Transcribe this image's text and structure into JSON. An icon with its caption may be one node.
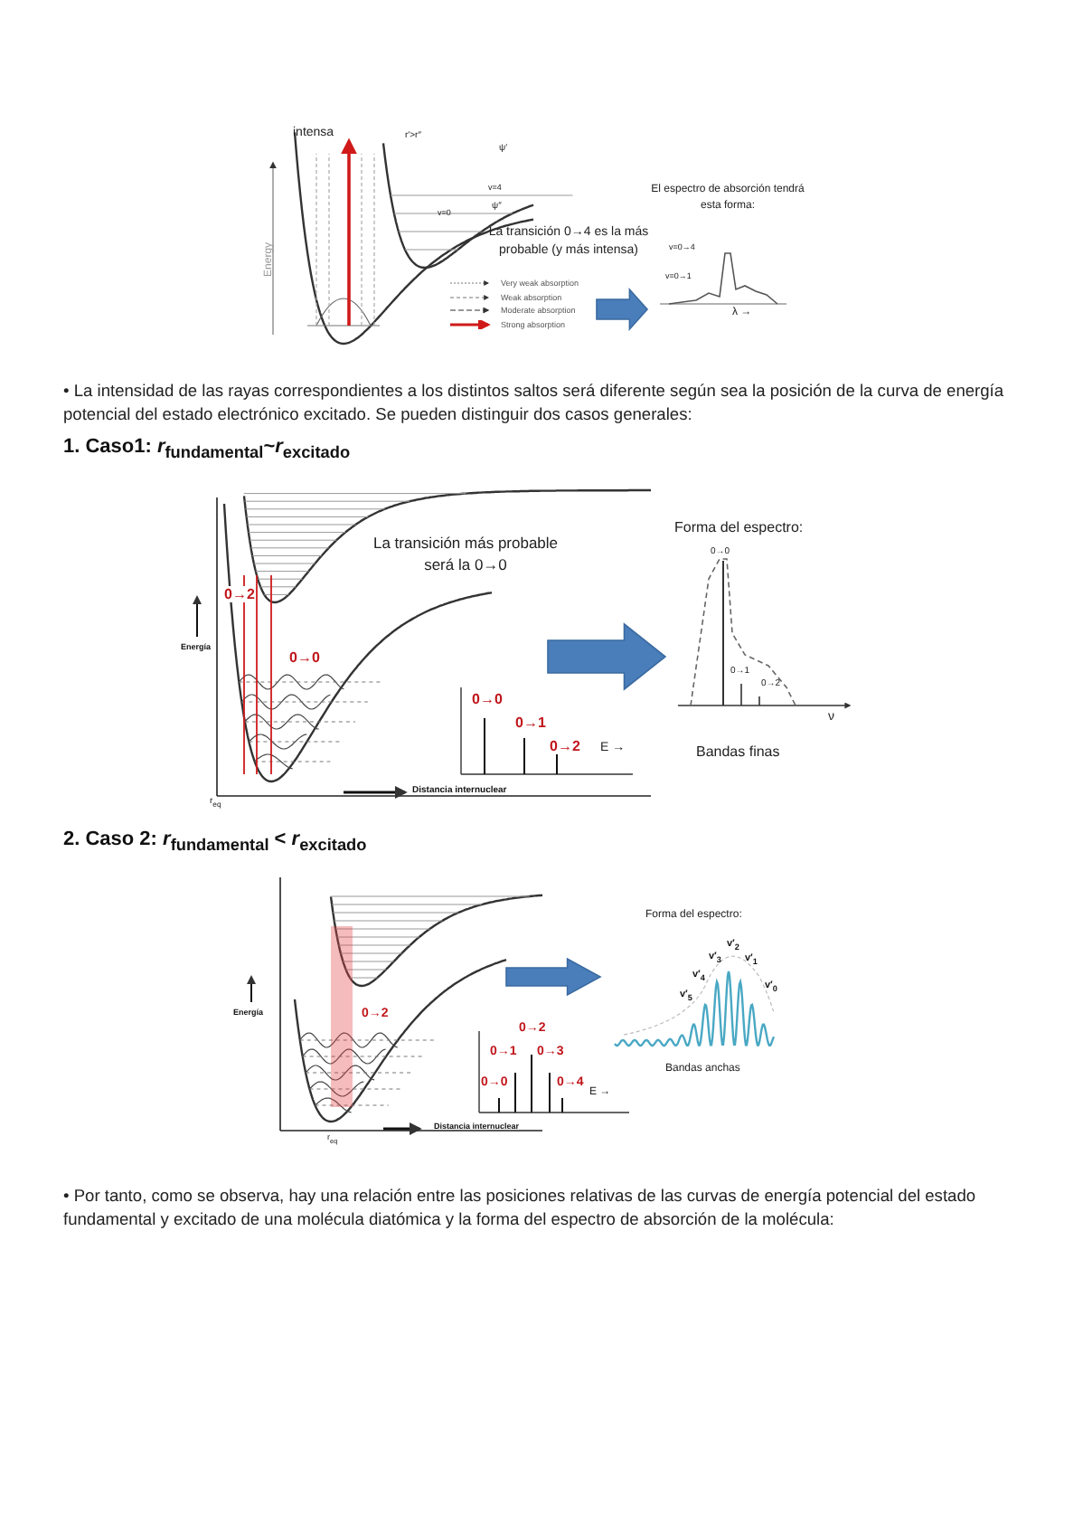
{
  "diagram": {
    "labels": [
      "intensa",
      "r′>r″",
      "Energy",
      "ψ′",
      "v=4",
      "v=0",
      "ψ″",
      "La transición 0→4 es la más probable (y más intensa)",
      "El espectro de absorción tendrá esta forma:",
      "v=0→4",
      "v=0→1",
      "λ →",
      "• La intensidad de las rayas correspondientes a los distintos saltos será diferente según sea la posición de la curva de energía potencial del estado electrónico excitado. Se pueden distinguir dos casos generales:",
      "1. Caso1: *r*$_{fundamental}$~*r*$_{excitado}$",
      "0→2",
      "0→0",
      "La transición más probable será la 0→0",
      "Energía",
      "0→0",
      "0→1",
      "0→2",
      "E →",
      "Forma del espectro:",
      "0→0",
      "0→1",
      "0→2",
      "ν",
      "Bandas finas",
      "r$_{eq}$",
      "Distancia internuclear",
      "2. Caso 2: *r*$_{fundamental}$ < *r*$_{excitado}$",
      "Energía",
      "0→2",
      "0→2",
      "0→1",
      "0→3",
      "0→0",
      "0→4",
      "E →",
      "r$_{eq}$",
      "Distancia internuclear",
      "Forma del espectro:",
      "v′$_{5}$",
      "v′$_{4}$",
      "v′$_{3}$",
      "v′$_{2}$",
      "v′$_{1}$",
      "v′$_{0}$",
      "Bandas anchas",
      "• Por tanto, como se observa, hay una relación entre las posiciones relativas de las curvas de energía potencial del estado fundamental y excitado de una molécula diatómica y la forma del espectro de absorción de la molécula:"
    ],
    "legend": [
      {
        "text": "Very weak absorption"
      },
      {
        "text": "Weak absorption"
      },
      {
        "text": "Moderate absorption"
      },
      {
        "text": "Strong absorption"
      }
    ]
  }
}
